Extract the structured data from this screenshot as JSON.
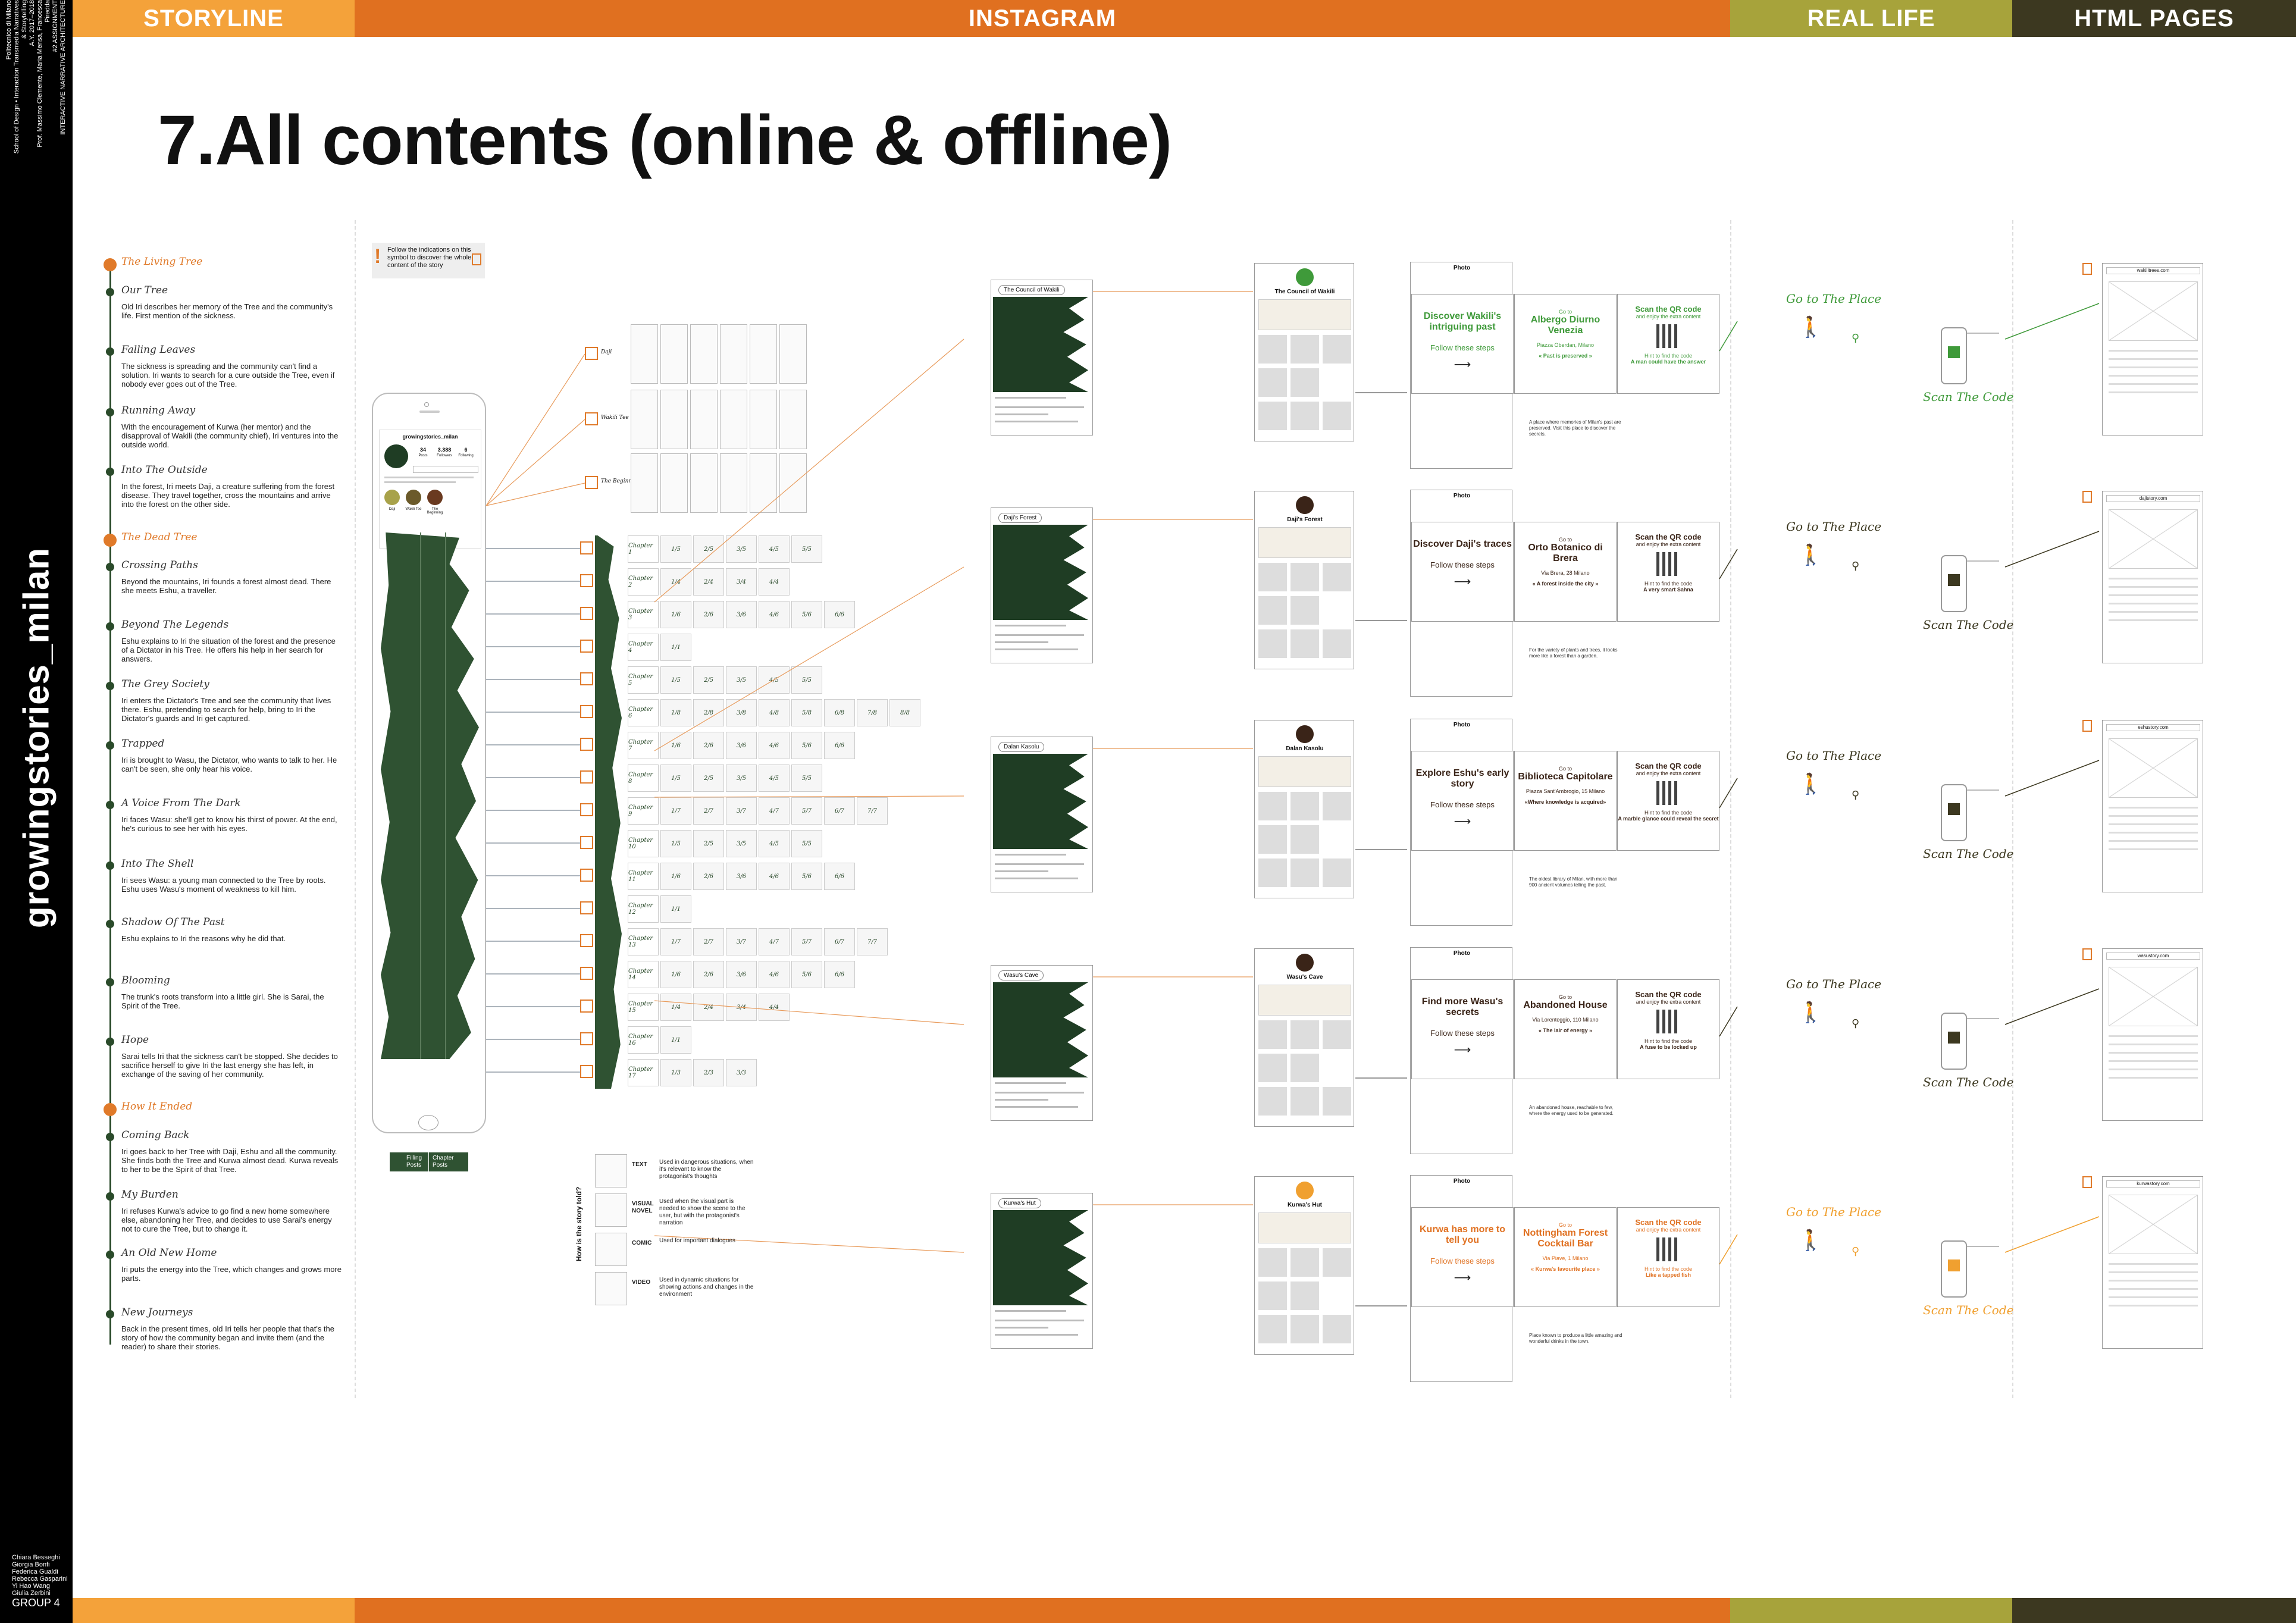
{
  "sidebar": {
    "meta": "Politecnico di Milano\nSchool of Design • Interaction Transmedia Narratives & Storytelling\nA.Y. 2017–2018\nProf. Massimo Clemente, Maria Mensa, Francesca Piredda\n#2 ASSIGNMENT\nINTERACTIVE NARRATIVE ARCHITECTURE",
    "brand": "growingstories_milan",
    "members": [
      "Chiara Besseghi",
      "Giorgia Bonfi",
      "Federica Gualdi",
      "Rebecca Gasparini",
      "Yi Hao Wang",
      "Giulia Zerbini"
    ],
    "group": "GROUP 4"
  },
  "header": {
    "sections": [
      {
        "label": "STORYLINE",
        "color": "#f4a23a"
      },
      {
        "label": "INSTAGRAM",
        "color": "#e07020"
      },
      {
        "label": "REAL LIFE",
        "color": "#a7a33b"
      },
      {
        "label": "HTML PAGES",
        "color": "#3c3820"
      }
    ]
  },
  "title": "7.All contents (online & offline)",
  "note": "Follow the indications on this symbol to discover the whole content of the story",
  "storyline": [
    {
      "section": true,
      "heading": "The Living Tree",
      "text": ""
    },
    {
      "heading": "Our Tree",
      "text": "Old Iri describes her memory of the Tree and the community's life. First mention of the sickness."
    },
    {
      "heading": "Falling Leaves",
      "text": "The sickness is spreading and the community can't find a solution. Iri wants to search for a cure outside the Tree, even if nobody ever goes out of the Tree."
    },
    {
      "heading": "Running Away",
      "text": "With the encouragement of Kurwa (her mentor) and the disapproval of Wakili (the community chief), Iri ventures into the outside world."
    },
    {
      "heading": "Into The Outside",
      "text": "In the forest, Iri meets Daji, a creature suffering from the forest disease. They travel together, cross the mountains and arrive into the forest on the other side."
    },
    {
      "section": true,
      "heading": "The Dead Tree",
      "text": ""
    },
    {
      "heading": "Crossing Paths",
      "text": "Beyond the mountains, Iri founds a forest almost dead. There she meets Eshu, a traveller."
    },
    {
      "heading": "Beyond The Legends",
      "text": "Eshu explains to Iri the situation of the forest and the presence of a Dictator in his Tree. He offers his help in her search for answers."
    },
    {
      "heading": "The Grey Society",
      "text": "Iri enters the Dictator's Tree and see the community that lives there. Eshu, pretending to search for help, bring to Iri the Dictator's guards and Iri get captured."
    },
    {
      "heading": "Trapped",
      "text": "Iri is brought to Wasu, the Dictator, who wants to talk to her. He can't be seen, she only hear his voice."
    },
    {
      "heading": "A Voice From The Dark",
      "text": "Iri faces Wasu: she'll get to know his thirst of power. At the end, he's curious to see her with his eyes."
    },
    {
      "heading": "Into The Shell",
      "text": "Iri sees Wasu: a young man connected to the Tree by roots. Eshu uses Wasu's moment of weakness to kill him."
    },
    {
      "heading": "Shadow Of The Past",
      "text": "Eshu explains to Iri the reasons why he did that."
    },
    {
      "heading": "Blooming",
      "text": "The trunk's roots transform into a little girl. She is Sarai, the Spirit of the Tree."
    },
    {
      "heading": "Hope",
      "text": "Sarai tells Iri that the sickness can't be stopped. She decides to sacrifice herself to give Iri the last energy she has left, in exchange of the saving of her community."
    },
    {
      "section": true,
      "heading": "How It Ended",
      "text": ""
    },
    {
      "heading": "Coming Back",
      "text": "Iri goes back to her Tree with Daji, Eshu and all the community. She finds both the Tree and Kurwa almost dead. Kurwa reveals to her to be the Spirit of that Tree."
    },
    {
      "heading": "My Burden",
      "text": "Iri refuses Kurwa's advice to go find a new home somewhere else, abandoning her Tree, and decides to use Sarai's energy not to cure the Tree, but to change it."
    },
    {
      "heading": "An Old New Home",
      "text": "Iri puts the energy into the Tree, which changes and grows more parts."
    },
    {
      "heading": "New Journeys",
      "text": "Back in the present times, old Iri tells her people that that's the story of how the community began and invite them (and the reader) to share their stories."
    }
  ],
  "profile": {
    "username": "growingstories_milan",
    "stats": [
      "34",
      "3.388",
      "6"
    ],
    "stat_labels": [
      "Posts",
      "Followers",
      "Following"
    ],
    "highlights": [
      "Daji",
      "Wakili Tee",
      "The Beginning"
    ]
  },
  "highlight_rows": [
    "Daji",
    "Wakili Tee",
    "The Beginning"
  ],
  "chapter_rows": [
    {
      "label": "Chapter 1",
      "cells": [
        "1/5",
        "2/5",
        "3/5",
        "4/5",
        "5/5"
      ]
    },
    {
      "label": "Chapter 2",
      "cells": [
        "1/4",
        "2/4",
        "3/4",
        "4/4"
      ]
    },
    {
      "label": "Chapter 3",
      "cells": [
        "1/6",
        "2/6",
        "3/6",
        "4/6",
        "5/6",
        "6/6"
      ]
    },
    {
      "label": "Chapter 4",
      "cells": [
        "1/1"
      ]
    },
    {
      "label": "Chapter 5",
      "cells": [
        "1/5",
        "2/5",
        "3/5",
        "4/5",
        "5/5"
      ]
    },
    {
      "label": "Chapter 6",
      "cells": [
        "1/8",
        "2/8",
        "3/8",
        "4/8",
        "5/8",
        "6/8",
        "7/8",
        "8/8"
      ]
    },
    {
      "label": "Chapter 7",
      "cells": [
        "1/6",
        "2/6",
        "3/6",
        "4/6",
        "5/6",
        "6/6"
      ]
    },
    {
      "label": "Chapter 8",
      "cells": [
        "1/5",
        "2/5",
        "3/5",
        "4/5",
        "5/5"
      ]
    },
    {
      "label": "Chapter 9",
      "cells": [
        "1/7",
        "2/7",
        "3/7",
        "4/7",
        "5/7",
        "6/7",
        "7/7"
      ]
    },
    {
      "label": "Chapter 10",
      "cells": [
        "1/5",
        "2/5",
        "3/5",
        "4/5",
        "5/5"
      ]
    },
    {
      "label": "Chapter 11",
      "cells": [
        "1/6",
        "2/6",
        "3/6",
        "4/6",
        "5/6",
        "6/6"
      ]
    },
    {
      "label": "Chapter 12",
      "cells": [
        "1/1"
      ]
    },
    {
      "label": "Chapter 13",
      "cells": [
        "1/7",
        "2/7",
        "3/7",
        "4/7",
        "5/7",
        "6/7",
        "7/7"
      ]
    },
    {
      "label": "Chapter 14",
      "cells": [
        "1/6",
        "2/6",
        "3/6",
        "4/6",
        "5/6",
        "6/6"
      ]
    },
    {
      "label": "Chapter 15",
      "cells": [
        "1/4",
        "2/4",
        "3/4",
        "4/4"
      ]
    },
    {
      "label": "Chapter 16",
      "cells": [
        "1/1"
      ]
    },
    {
      "label": "Chapter 17",
      "cells": [
        "1/3",
        "2/3",
        "3/3"
      ]
    }
  ],
  "post_legend": [
    "Filling Posts",
    "Chapter Posts"
  ],
  "format_legend": {
    "side_label": "How is the story told?",
    "items": [
      {
        "name": "TEXT",
        "desc": "Used in dangerous situations, when it's relevant to know the protagonist's thoughts"
      },
      {
        "name": "VISUAL NOVEL",
        "desc": "Used when the visual part is needed to show the scene to the user, but with the protagonist's narration"
      },
      {
        "name": "COMIC",
        "desc": "Used for important dialogues"
      },
      {
        "name": "VIDEO",
        "desc": "Used in dynamic situations for showing actions and changes in the environment"
      }
    ]
  },
  "stories": [
    {
      "post_caption": "The Council of Wakili",
      "profile_name": "The Council of Wakili",
      "avatar_color": "#3f9a3a",
      "header": "Photo",
      "discover": "Discover Wakili's intriguing past",
      "steps": "Follow these steps",
      "goto": "Go to",
      "place": "Albergo Diurno Venezia",
      "address": "Piazza Oberdan, Milano",
      "tagline": "« Past is preserved »",
      "scan": "Scan the QR code",
      "scan_sub": "and enjoy the extra content",
      "hint": "Hint to find the code",
      "hint_text": "A man could have the answer",
      "accent": "#3f9a3a",
      "place_caption": "A place where memories of Milan's past are preserved. Visit this place to discover the secrets.",
      "url": "wakilitrees.com",
      "realcolor": "#3f9a3a",
      "goto_place": "Go to The Place",
      "scan_code": "Scan The Code"
    },
    {
      "post_caption": "Daji's Forest",
      "profile_name": "Daji's Forest",
      "avatar_color": "#3a2418",
      "header": "Photo",
      "discover": "Discover Daji's traces",
      "steps": "Follow these steps",
      "goto": "Go to",
      "place": "Orto Botanico di Brera",
      "address": "Via Brera, 28 Milano",
      "tagline": "« A forest inside the city »",
      "scan": "Scan the QR code",
      "scan_sub": "and enjoy the extra content",
      "hint": "Hint to find the code",
      "hint_text": "A very smart Sahna",
      "accent": "#3a2418",
      "place_caption": "For the variety of plants and trees, it looks more like a forest than a garden.",
      "url": "dajistory.com",
      "realcolor": "#3c3820",
      "goto_place": "Go to The Place",
      "scan_code": "Scan The Code"
    },
    {
      "post_caption": "Dalan Kasolu",
      "profile_name": "Dalan Kasolu",
      "avatar_color": "#3a2418",
      "header": "Photo",
      "discover": "Explore Eshu's early story",
      "steps": "Follow these steps",
      "goto": "Go to",
      "place": "Biblioteca Capitolare",
      "address": "Piazza Sant'Ambrogio, 15 Milano",
      "tagline": "«Where knowledge is acquired»",
      "scan": "Scan the QR code",
      "scan_sub": "and enjoy the extra content",
      "hint": "Hint to find the code",
      "hint_text": "A marble glance could reveal the secret",
      "accent": "#3a2418",
      "place_caption": "The oldest library of Milan, with more than 900 ancient volumes telling the past.",
      "url": "eshustory.com",
      "realcolor": "#3c3820",
      "goto_place": "Go to The Place",
      "scan_code": "Scan The Code"
    },
    {
      "post_caption": "Wasu's Cave",
      "profile_name": "Wasu's Cave",
      "avatar_color": "#3a2418",
      "header": "Photo",
      "discover": "Find more Wasu's secrets",
      "steps": "Follow these steps",
      "goto": "Go to",
      "place": "Abandoned House",
      "address": "Via Lorenteggio, 110 Milano",
      "tagline": "« The lair of energy »",
      "scan": "Scan the QR code",
      "scan_sub": "and enjoy the extra content",
      "hint": "Hint to find the code",
      "hint_text": "A fuse to be locked up",
      "accent": "#3a2418",
      "place_caption": "An abandoned house, reachable to few, where the energy used to be generated.",
      "url": "wasustory.com",
      "realcolor": "#3c3820",
      "goto_place": "Go to The Place",
      "scan_code": "Scan The Code"
    },
    {
      "post_caption": "Kurwa's Hut",
      "profile_name": "Kurwa's Hut",
      "avatar_color": "#f0a030",
      "header": "Photo",
      "discover": "Kurwa has more to tell you",
      "steps": "Follow these steps",
      "goto": "Go to",
      "place": "Nottingham Forest Cocktail Bar",
      "address": "Via Piave, 1 Milano",
      "tagline": "« Kurwa's favourite place »",
      "scan": "Scan the QR code",
      "scan_sub": "and enjoy the extra content",
      "hint": "Hint to find the code",
      "hint_text": "Like a tapped fish",
      "accent": "#e07020",
      "place_caption": "Place known to produce a little amazing and wonderful drinks in the town.",
      "url": "kurwastory.com",
      "realcolor": "#f0a030",
      "goto_place": "Go to The Place",
      "scan_code": "Scan The Code"
    }
  ]
}
